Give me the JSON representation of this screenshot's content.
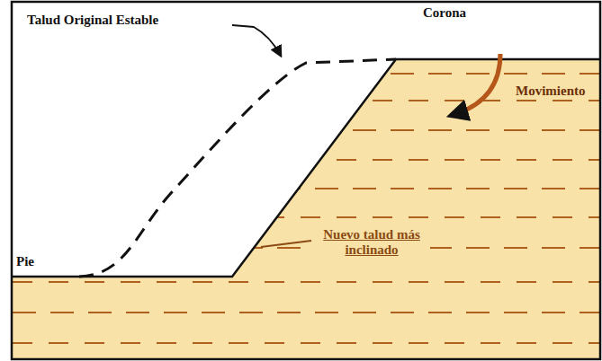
{
  "diagram": {
    "labels": [
      "Talud Original Estable",
      "Corona",
      "Movimiento",
      "Nuevo talud más inclinado",
      "Pie"
    ]
  }
}
